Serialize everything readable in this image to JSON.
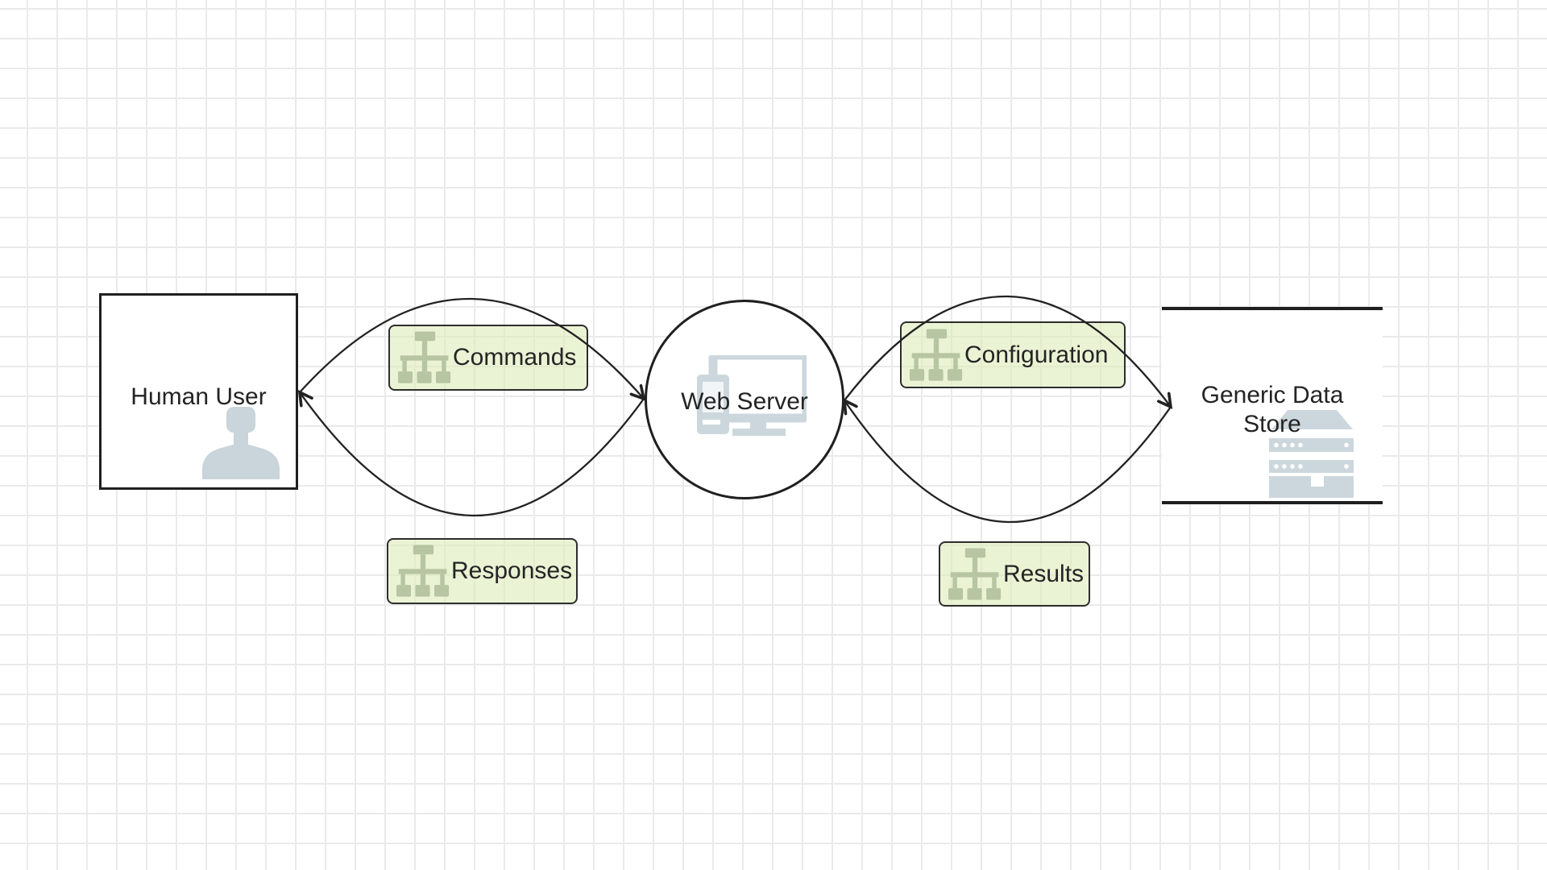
{
  "app": {
    "view": "threat-model-diagram-canvas"
  },
  "nodes": [
    {
      "id": "human-user",
      "label": "Human User",
      "shape": "rectangle",
      "icon": "person-icon"
    },
    {
      "id": "web-server",
      "label": "Web Server",
      "shape": "circle",
      "icon": "computer-devices-icon"
    },
    {
      "id": "generic-data-store",
      "label": "Generic Data Store",
      "shape": "parallel-lines",
      "icon": "server-stack-icon"
    }
  ],
  "flows": [
    {
      "id": "commands",
      "label": "Commands",
      "from": "Human User",
      "to": "Web Server",
      "icon": "org-tree-icon"
    },
    {
      "id": "responses",
      "label": "Responses",
      "from": "Web Server",
      "to": "Human User",
      "icon": "org-tree-icon"
    },
    {
      "id": "configuration",
      "label": "Configuration",
      "from": "Web Server",
      "to": "Generic Data Store",
      "icon": "org-tree-icon"
    },
    {
      "id": "results",
      "label": "Results",
      "from": "Generic Data Store",
      "to": "Web Server",
      "icon": "org-tree-icon"
    }
  ],
  "colors": {
    "canvas_background": "#ffffff",
    "grid_line": "#eaeaea",
    "node_border": "#1f1f1f",
    "node_fill": "#ffffff",
    "flow_label_fill": "#ebf3d5",
    "flow_label_border": "#2d2d2d",
    "flow_line": "#222222",
    "node_icon": "#ccd7dd",
    "label_icon": "#b7c5a2",
    "text": "#242424"
  }
}
